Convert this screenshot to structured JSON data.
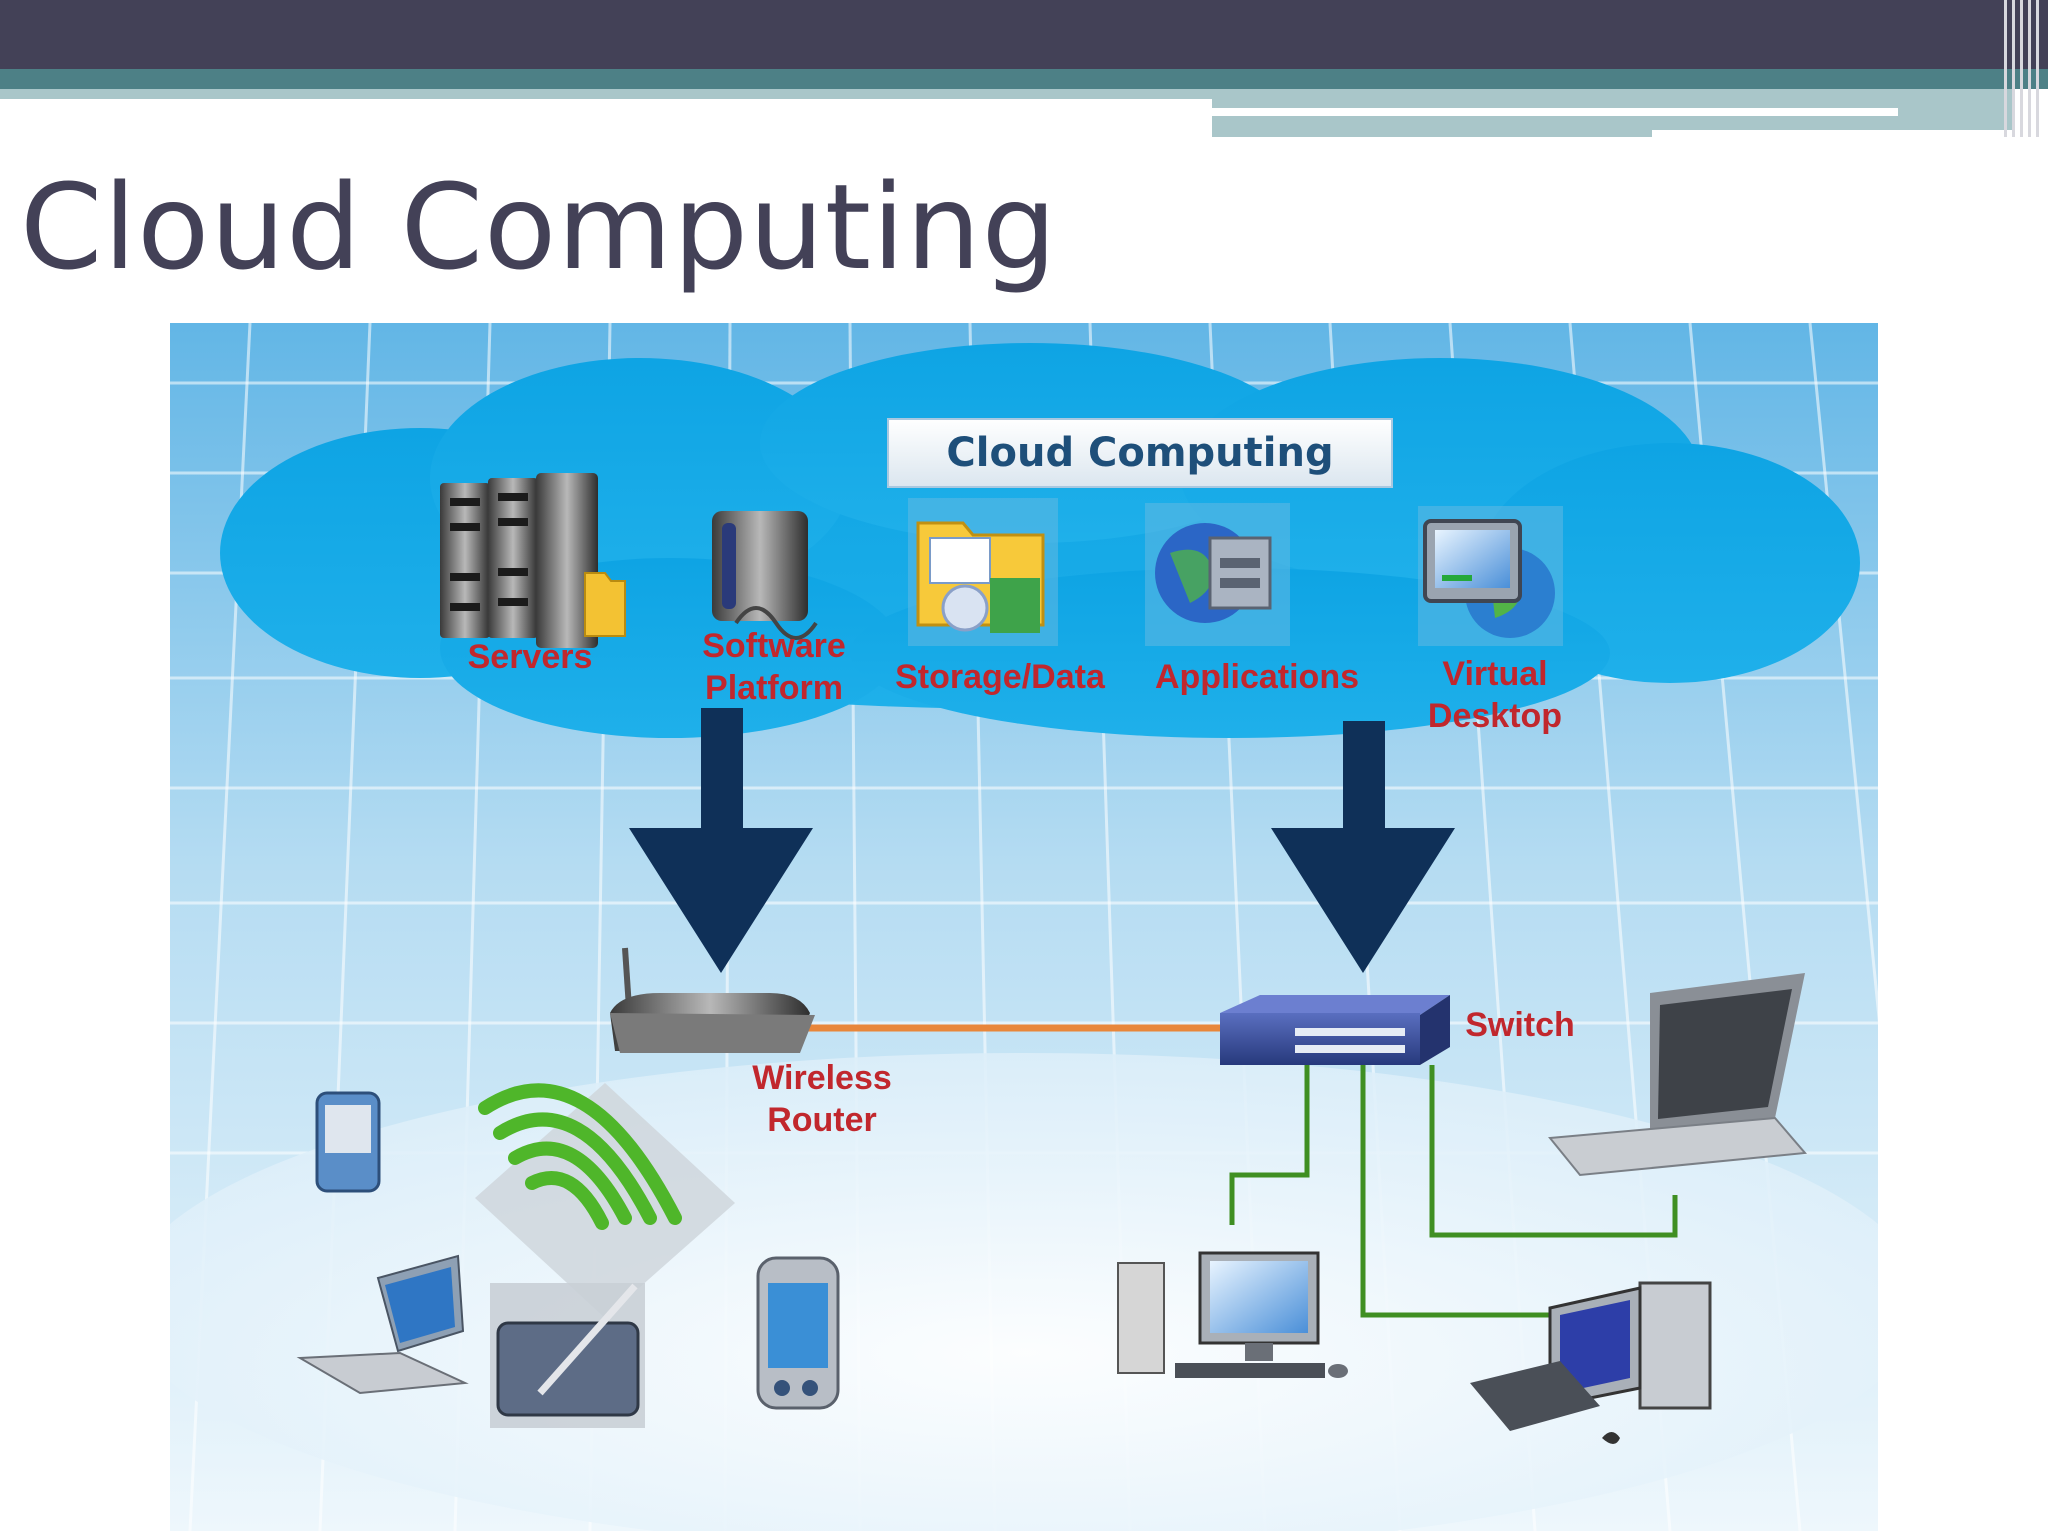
{
  "slide": {
    "title": "Cloud Computing"
  },
  "diagram": {
    "cloud_title": "Cloud Computing",
    "cloud_items": [
      "Servers",
      "Software",
      "Platform",
      "Storage/Data",
      "Applications",
      "Virtual",
      "Desktop"
    ],
    "devices": {
      "router_label_1": "Wireless",
      "router_label_2": "Router",
      "switch_label": "Switch"
    }
  },
  "colors": {
    "header_dark": "#434157",
    "header_teal": "#4d8086",
    "label_red": "#c1272d",
    "arrow_navy": "#0f3058",
    "cable_green": "#3f8f22",
    "cable_orange": "#e8863a"
  }
}
